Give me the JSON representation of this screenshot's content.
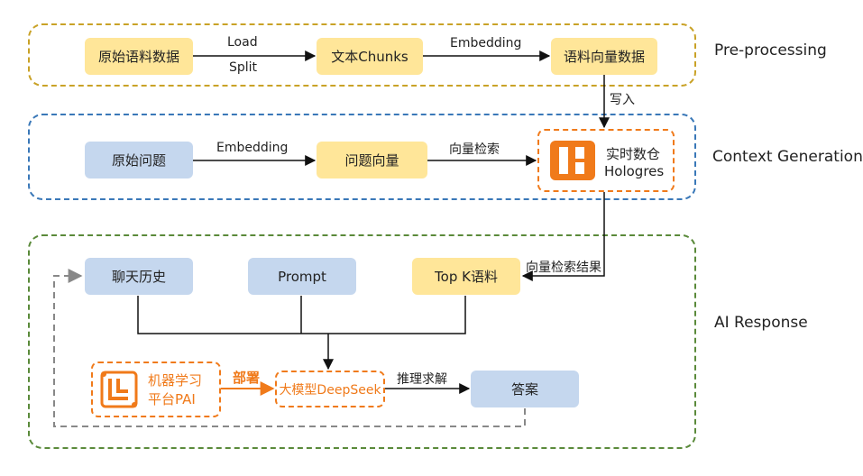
{
  "sections": {
    "preprocessing": "Pre-processing",
    "context": "Context Generation",
    "ai": "AI Response"
  },
  "nodes": {
    "raw_corpus": "原始语料数据",
    "text_chunks": "文本Chunks",
    "corpus_vectors": "语料向量数据",
    "raw_question": "原始问题",
    "question_vector": "问题向量",
    "hologres_line1": "实时数仓",
    "hologres_line2": "Hologres",
    "chat_history": "聊天历史",
    "prompt": "Prompt",
    "topk": "Top K语料",
    "pai_line1": "机器学习",
    "pai_line2": "平台PAI",
    "deepseek": "大模型DeepSeek",
    "answer": "答案"
  },
  "edges": {
    "load": "Load",
    "split": "Split",
    "embedding_1": "Embedding",
    "write": "写入",
    "embedding_2": "Embedding",
    "vector_search": "向量检索",
    "vector_search_result": "向量检索结果",
    "deploy": "部署",
    "reasoning": "推理求解"
  },
  "colors": {
    "preprocessing_border": "#c9a227",
    "context_border": "#3a78b8",
    "ai_border": "#5a8a3a",
    "yellow_fill": "#ffe699",
    "blue_fill": "#c5d7ee",
    "accent_orange": "#f07a1a",
    "feedback_gray": "#888888"
  }
}
